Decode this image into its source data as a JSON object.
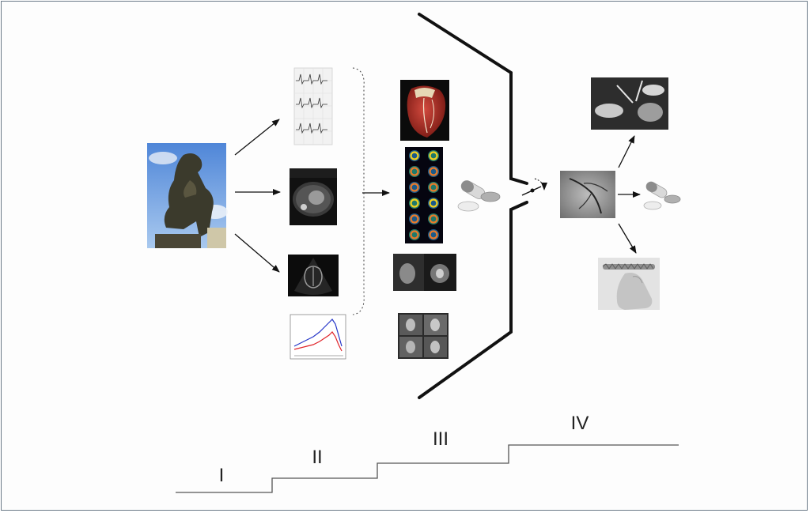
{
  "stages": [
    {
      "id": "I",
      "label": "I"
    },
    {
      "id": "II",
      "label": "II"
    },
    {
      "id": "III",
      "label": "III"
    },
    {
      "id": "IV",
      "label": "IV"
    }
  ],
  "icons": {
    "thinker": "thinker-statue-photo",
    "ecg": "ecg-strip-icon",
    "ct_scan": "ct-scan-icon",
    "echo": "echocardiogram-icon",
    "exercise_plot": "exercise-test-plot-icon",
    "heart_3d": "3d-heart-render-icon",
    "spect": "spect-perfusion-grid-icon",
    "cmr": "cardiac-mri-icon",
    "stress_echo": "stress-echo-icon",
    "pills_1": "pills-icon",
    "pills_2": "pills-icon",
    "angiogram": "coronary-angiogram-icon",
    "surgery": "surgery-photo-icon",
    "stent": "stent-photo-icon"
  },
  "colors": {
    "line": "#111111",
    "step_line": "#555555",
    "frame": "#6b7a88",
    "plot_red": "#e0242a",
    "plot_blue": "#2636c8"
  }
}
